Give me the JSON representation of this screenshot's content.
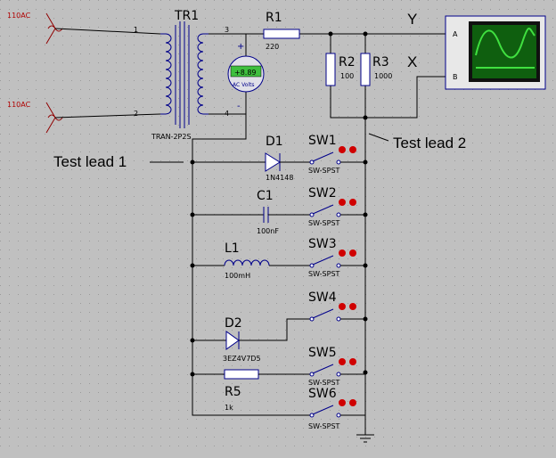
{
  "labels": {
    "ac_top": "110AC",
    "ac_bottom": "110AC",
    "transformer": "TR1",
    "transformer_model": "TRAN-2P2S",
    "pin1": "1",
    "pin2": "2",
    "pin3": "3",
    "pin4": "4",
    "r1": "R1",
    "r1_val": "220",
    "r2": "R2",
    "r2_val": "100",
    "r3": "R3",
    "r3_val": "1000",
    "meter_reading": "+8.89",
    "meter_unit": "AC Volts",
    "meter_plus": "+",
    "meter_minus": "-",
    "y": "Y",
    "x": "X",
    "scope_a": "A",
    "scope_b": "B",
    "test_lead_1": "Test lead 1",
    "test_lead_2": "Test lead 2",
    "d1": "D1",
    "d1_val": "1N4148",
    "c1": "C1",
    "c1_val": "100nF",
    "l1": "L1",
    "l1_val": "100mH",
    "d2": "D2",
    "d2_val": "3EZ4V7D5",
    "r5": "R5",
    "r5_val": "1k",
    "sw1": "SW1",
    "sw2": "SW2",
    "sw3": "SW3",
    "sw4": "SW4",
    "sw5": "SW5",
    "sw6": "SW6",
    "sw_type": "SW-SPST"
  },
  "colors": {
    "background": "#c0c0c0",
    "wire": "#000000",
    "component": "#00008a",
    "source_label": "#b00000",
    "meter_display": "#3fbf3f",
    "scope_screen": "#0f5f0f",
    "scope_trace": "#40e040"
  }
}
